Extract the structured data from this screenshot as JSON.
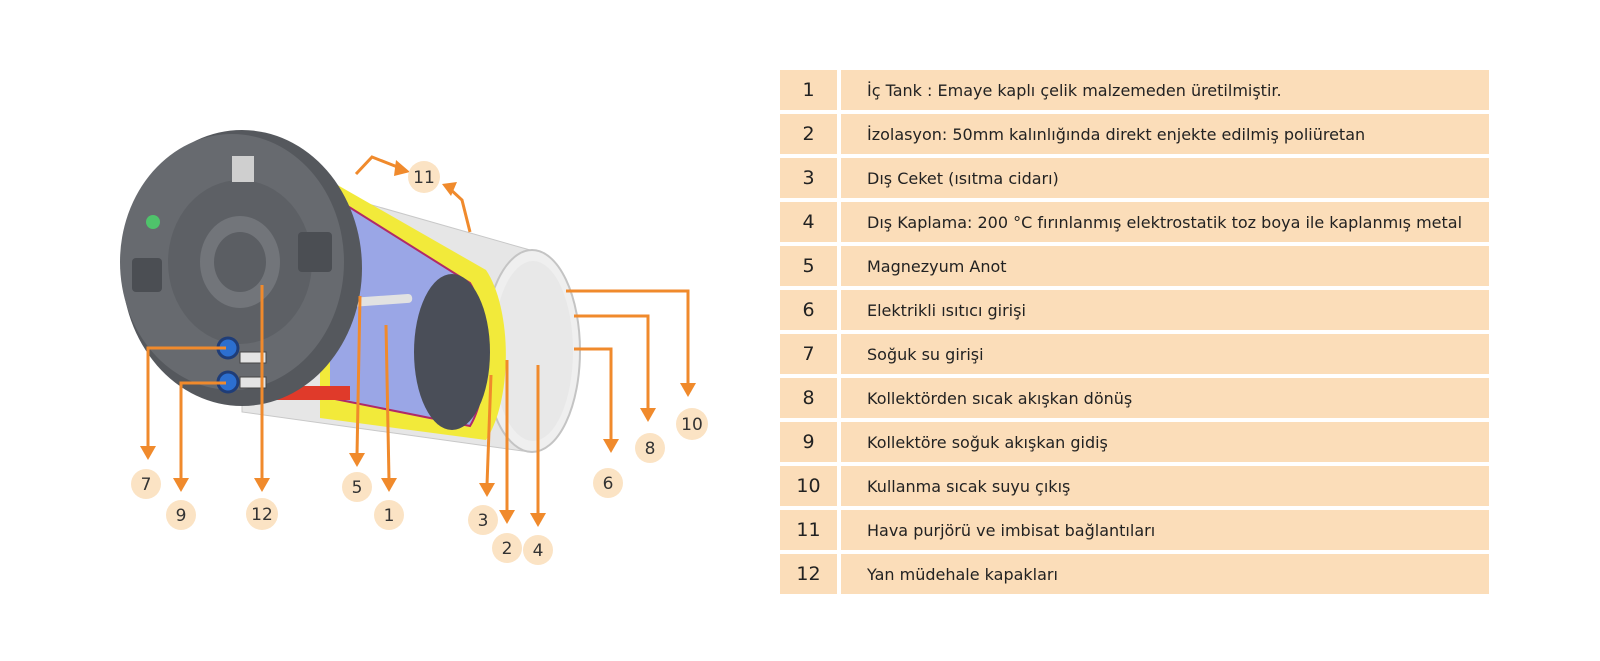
{
  "colors": {
    "accent": "#f08a2c",
    "row_fill": "#fbddb9",
    "callout_fill": "#fbe3c4",
    "tank_body": "#5a5d62",
    "insulation": "#f2ea3a",
    "inner_tank": "#9aa6e6",
    "outer_jacket": "#ececec"
  },
  "callouts": [
    "1",
    "2",
    "3",
    "4",
    "5",
    "6",
    "7",
    "8",
    "9",
    "10",
    "11",
    "12"
  ],
  "components": [
    {
      "number": "1",
      "description": "İç Tank :  Emaye  kaplı  çelik malzemeden üretilmiştir."
    },
    {
      "number": "2",
      "description": "İzolasyon:  50mm kalınlığında direkt enjekte edilmiş poliüretan"
    },
    {
      "number": "3",
      "description": "Dış Ceket (ısıtma cidarı)"
    },
    {
      "number": "4",
      "description": "Dış Kaplama: 200 °C fırınlanmış elektrostatik toz  boya ile kaplanmış  metal"
    },
    {
      "number": "5",
      "description": "Magnezyum Anot"
    },
    {
      "number": "6",
      "description": "Elektrikli  ısıtıcı girişi"
    },
    {
      "number": "7",
      "description": "Soğuk su girişi"
    },
    {
      "number": "8",
      "description": "Kollektörden sıcak akışkan dönüş"
    },
    {
      "number": "9",
      "description": "Kollektöre soğuk akışkan gidiş"
    },
    {
      "number": "10",
      "description": "Kullanma  sıcak suyu çıkış"
    },
    {
      "number": "11",
      "description": "Hava  purjörü  ve  imbisat bağlantıları"
    },
    {
      "number": "12",
      "description": "Yan müdehale  kapakları"
    }
  ]
}
